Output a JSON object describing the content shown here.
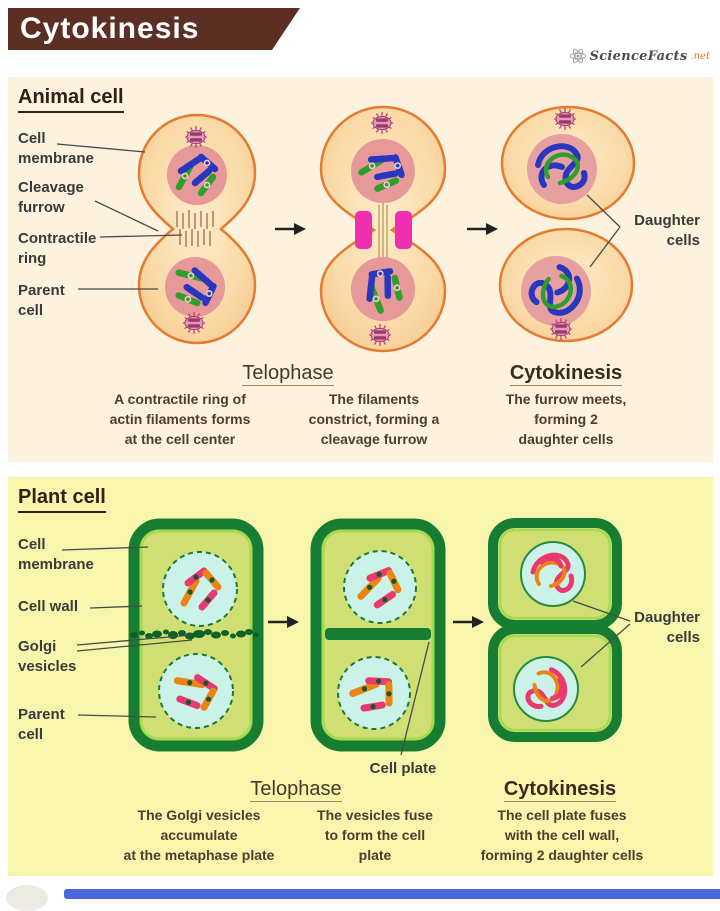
{
  "title": "Cytokinesis",
  "logo": {
    "brand": "ScienceFacts",
    "tld": ".net"
  },
  "colors": {
    "banner_brown": "#5b2f23",
    "animal_bg": "#fdf2dd",
    "plant_bg": "#f8f6ac",
    "cell_peach": "#fad9a6",
    "cell_outline_orange": "#e47b30",
    "nucleus_pink": "#e79898",
    "contractile_ring_magenta": "#ee2fb0",
    "plant_wall_green": "#177d33",
    "plant_cytoplasm": "#cfdf74",
    "plant_nucleus_cyan": "#cbf2e9",
    "footer_blue": "#4a66d8"
  },
  "animal": {
    "heading": "Animal cell",
    "labels": {
      "cell_membrane": "Cell\nmembrane",
      "cleavage_furrow": "Cleavage\nfurrow",
      "contractile_ring": "Contractile\nring",
      "parent_cell": "Parent\ncell",
      "daughter_cells": "Daughter\ncells"
    },
    "stages": {
      "telophase": "Telophase",
      "cytokinesis": "Cytokinesis",
      "step1": "A contractile ring of\nactin filaments forms\nat the cell center",
      "step2": "The filaments\nconstrict, forming a\ncleavage furrow",
      "step3": "The furrow meets,\nforming 2\ndaughter cells"
    }
  },
  "plant": {
    "heading": "Plant cell",
    "labels": {
      "cell_membrane": "Cell\nmembrane",
      "cell_wall": "Cell wall",
      "golgi_vesicles": "Golgi\nvesicles",
      "parent_cell": "Parent\ncell",
      "cell_plate": "Cell plate",
      "daughter_cells": "Daughter\ncells"
    },
    "stages": {
      "telophase": "Telophase",
      "cytokinesis": "Cytokinesis",
      "step1": "The Golgi vesicles\naccumulate\nat the metaphase plate",
      "step2": "The vesicles fuse\nto form the cell\nplate",
      "step3": "The cell plate fuses\nwith the cell wall,\nforming 2 daughter cells"
    }
  }
}
